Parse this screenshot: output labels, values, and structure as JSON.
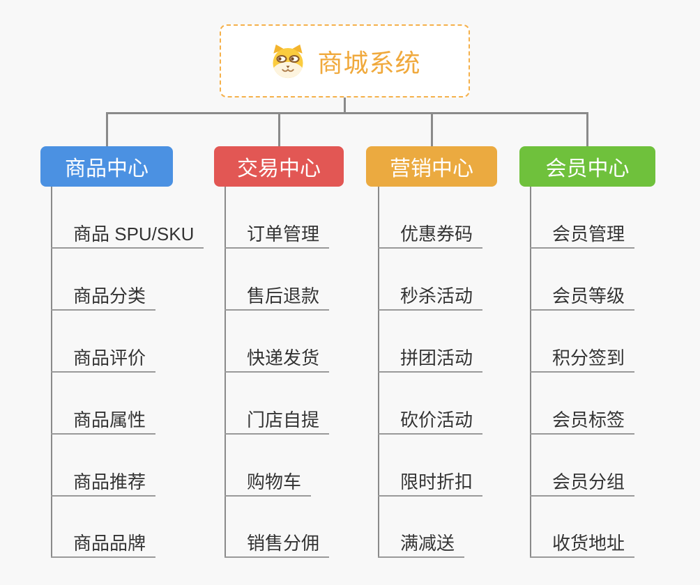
{
  "canvas": {
    "background": "#f8f8f8"
  },
  "colors": {
    "connector": "#8a8a8a",
    "underline": "#999999",
    "root_border": "#f5b04a",
    "root_text": "#f0a93c",
    "item_text": "#333333"
  },
  "root": {
    "title": "商城系统",
    "icon": "shiba-dog-icon"
  },
  "branches": [
    {
      "label": "商品中心",
      "color": "#4b91e2",
      "items": [
        "商品 SPU/SKU",
        "商品分类",
        "商品评价",
        "商品属性",
        "商品推荐",
        "商品品牌"
      ]
    },
    {
      "label": "交易中心",
      "color": "#e25754",
      "items": [
        "订单管理",
        "售后退款",
        "快递发货",
        "门店自提",
        "购物车",
        "销售分佣"
      ]
    },
    {
      "label": "营销中心",
      "color": "#ebaa40",
      "items": [
        "优惠券码",
        "秒杀活动",
        "拼团活动",
        "砍价活动",
        "限时折扣",
        "满减送"
      ]
    },
    {
      "label": "会员中心",
      "color": "#6fc13c",
      "items": [
        "会员管理",
        "会员等级",
        "积分签到",
        "会员标签",
        "会员分组",
        "收货地址"
      ]
    }
  ]
}
